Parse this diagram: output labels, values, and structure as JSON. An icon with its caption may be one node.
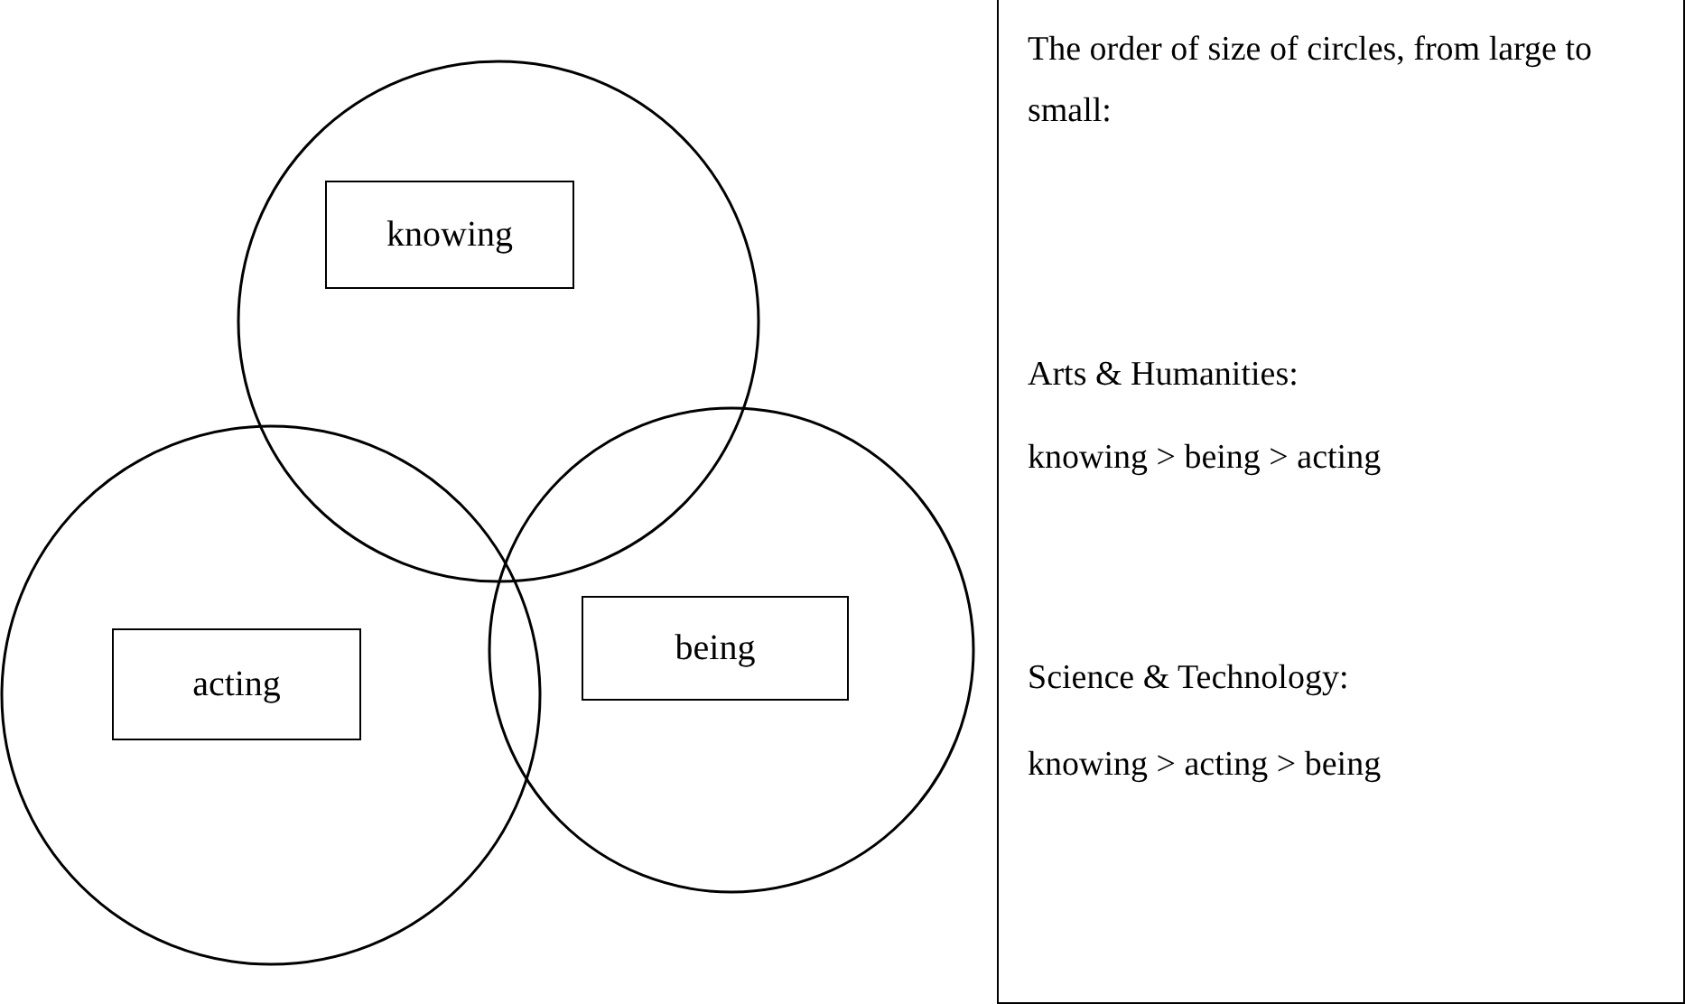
{
  "diagram": {
    "nodes": [
      {
        "text": [],
        "shape": "circle"
      },
      {
        "text": [
          "knowing"
        ],
        "in": 0
      },
      {
        "text": [],
        "shape": "circle"
      },
      {
        "text": [
          "acting"
        ],
        "in": 2
      },
      {
        "text": [],
        "shape": "circle"
      },
      {
        "text": [
          "being"
        ],
        "in": 4
      },
      {
        "text": [
          "The order of size of circles, from large to small:",
          "Arts & Humanities:",
          "knowing > being > acting",
          "Science & Technology:",
          "knowing > acting > being"
        ]
      }
    ],
    "edges": []
  }
}
